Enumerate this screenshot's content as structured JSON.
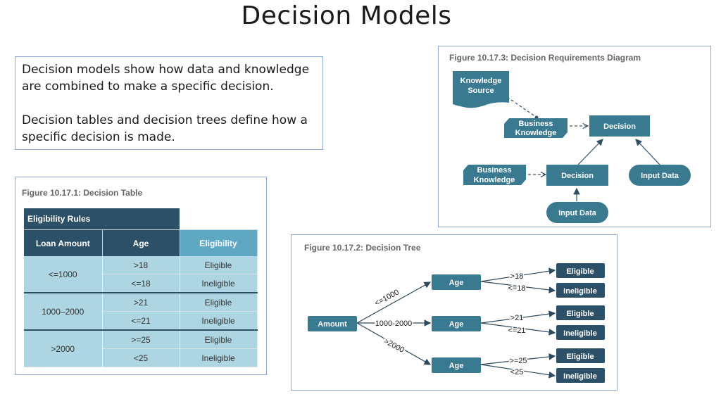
{
  "slide": {
    "title": "Decision Models",
    "text_paragraphs": [
      "Decision models show how data and knowledge are combined to make a specific decision.",
      "Decision tables and decision trees define how a specific decision is made."
    ]
  },
  "colors": {
    "dark_teal": "#2c5067",
    "node_teal": "#3a7a90",
    "light_header": "#5fa8c4",
    "cell_bg": "#aed5e2",
    "border_blue": "#8ea9db"
  },
  "decision_table": {
    "caption": "Figure 10.17.1: Decision Table",
    "group_header": "Eligibility Rules",
    "columns": [
      "Loan Amount",
      "Age",
      "Eligibility"
    ],
    "groups": [
      {
        "amount": "<=1000",
        "rows": [
          {
            "age": ">18",
            "result": "Eligible"
          },
          {
            "age": "<=18",
            "result": "Ineligible"
          }
        ]
      },
      {
        "amount": "1000–2000",
        "rows": [
          {
            "age": ">21",
            "result": "Eligible"
          },
          {
            "age": "<=21",
            "result": "Ineligible"
          }
        ]
      },
      {
        "amount": ">2000",
        "rows": [
          {
            "age": ">=25",
            "result": "Eligible"
          },
          {
            "age": "<25",
            "result": "Ineligible"
          }
        ]
      }
    ]
  },
  "decision_tree": {
    "caption": "Figure 10.17.2: Decision Tree",
    "root": "Amount",
    "branches": [
      {
        "condition": "<=1000",
        "node": "Age",
        "leaves": [
          {
            "condition": ">18",
            "result": "Eligible"
          },
          {
            "condition": "<=18",
            "result": "Ineligible"
          }
        ]
      },
      {
        "condition": "1000-2000",
        "node": "Age",
        "leaves": [
          {
            "condition": ">21",
            "result": "Eligible"
          },
          {
            "condition": "<=21",
            "result": "Ineligible"
          }
        ]
      },
      {
        "condition": ">2000",
        "node": "Age",
        "leaves": [
          {
            "condition": ">=25",
            "result": "Eligible"
          },
          {
            "condition": "<25",
            "result": "Ineligible"
          }
        ]
      }
    ]
  },
  "drd": {
    "caption": "Figure 10.17.3: Decision Requirements Diagram",
    "knowledge_source": [
      "Knowledge",
      "Source"
    ],
    "business_knowledge_top": [
      "Business",
      "Knowledge"
    ],
    "business_knowledge_bottom": [
      "Business",
      "Knowledge"
    ],
    "decision_top": "Decision",
    "decision_bottom": "Decision",
    "input_data_right": "Input Data",
    "input_data_bottom": "Input Data"
  }
}
